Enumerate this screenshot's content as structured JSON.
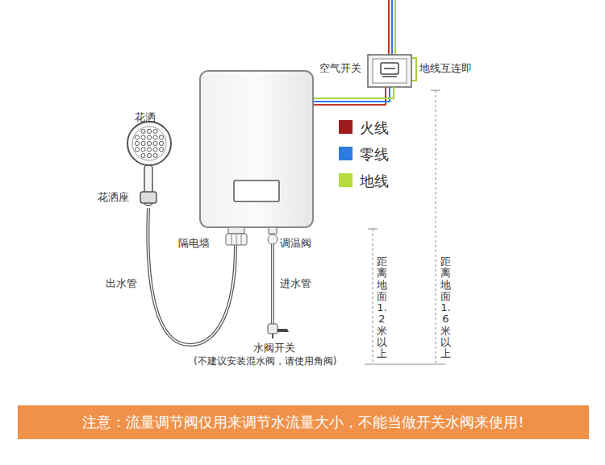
{
  "diagram": {
    "nodes": [
      {
        "text": [
          "注意：流量调节阀仅用来调节水流量大小，不能当做开关水阀来使用!"
        ]
      }
    ],
    "labels": [
      "空气开关",
      "地线互连即",
      "花洒",
      "花洒座",
      "隔电墙",
      "调温阀",
      "出水管",
      "进水管",
      "水阀开关",
      "(不建议安装混水阀，请使用角阀)",
      "距离地面1.2米以上",
      "距离地面1.6米以上"
    ],
    "legend": [
      {
        "text": "火线",
        "color": "#a01c1c"
      },
      {
        "text": "零线",
        "color": "#2d7be0"
      },
      {
        "text": "地线",
        "color": "#b5dc3a"
      }
    ]
  }
}
